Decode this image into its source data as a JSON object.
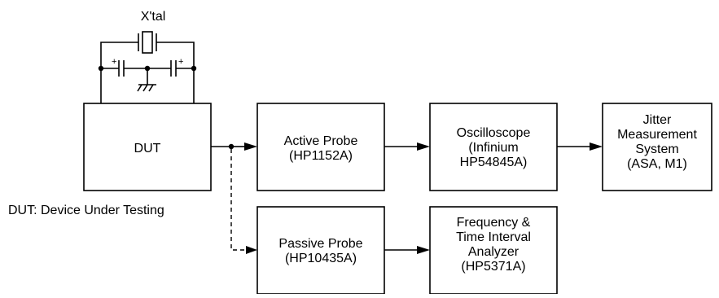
{
  "crystal": {
    "label": "X'tal",
    "plus_left": "+",
    "plus_right": "+"
  },
  "dut": {
    "label": "DUT"
  },
  "legend": {
    "note": "DUT: Device Under Testing"
  },
  "active_probe": {
    "line1": "Active Probe",
    "line2": "(HP1152A)"
  },
  "oscilloscope": {
    "line1": "Oscilloscope",
    "line2": "(Infinium",
    "line3": "HP54845A)"
  },
  "jitter": {
    "line1": "Jitter",
    "line2": "Measurement",
    "line3": "System",
    "line4": "(ASA, M1)"
  },
  "passive_probe": {
    "line1": "Passive Probe",
    "line2": "(HP10435A)"
  },
  "analyzer": {
    "line1": "Frequency &",
    "line2": "Time Interval",
    "line3": "Analyzer",
    "line4": "(HP5371A)"
  }
}
